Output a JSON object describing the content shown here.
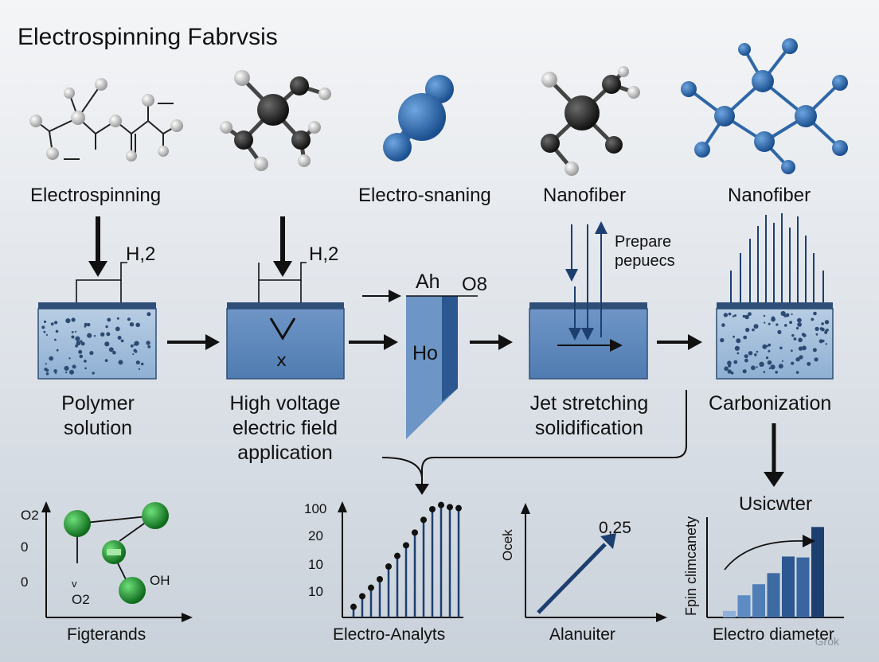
{
  "title": "Electrospinning Fabrvsis",
  "molecule_labels": [
    "Electrospinning",
    "Electro-snaning",
    "Nanofiber",
    "Nanofiber"
  ],
  "process": {
    "step1": [
      "Polymer",
      "solution"
    ],
    "step2": [
      "High voltage",
      "electric field",
      "application"
    ],
    "step4": [
      "Jet stretching",
      "solidification"
    ],
    "step5": "Carbonization",
    "h2_a": "H,2",
    "h2_b": "H,2",
    "ah": "Ah",
    "o8": "O8",
    "ho": "Ho",
    "prepare": [
      "Prepare",
      "pepuecs"
    ],
    "usicwter": "Usicwter"
  },
  "bottom": {
    "molecule_chart": {
      "y_labels": [
        "O2",
        "0",
        "0"
      ],
      "sub_labels": [
        "O2",
        "OH"
      ],
      "caption": "Figterands",
      "atom_color": "#1f8a2e"
    },
    "stem_chart": {
      "y_ticks": [
        "100",
        "20",
        "10",
        "10"
      ],
      "caption": "Electro-Analyts"
    },
    "line_chart": {
      "ylabel": "Ocek",
      "annotation": "0,25",
      "caption": "Alanuiter"
    },
    "bar_chart": {
      "ylabel": "Fpin climcanety",
      "caption": "Electro diameter"
    }
  },
  "chart_data": [
    {
      "type": "scatter",
      "x": [
        1,
        2,
        3,
        4,
        5,
        6,
        7,
        8,
        9,
        10,
        11,
        12,
        13
      ],
      "values": [
        0.1,
        0.2,
        0.28,
        0.36,
        0.48,
        0.58,
        0.68,
        0.8,
        0.92,
        1.02,
        1.06,
        1.04,
        1.03
      ],
      "y_tick_labels": [
        "100",
        "20",
        "10",
        "10"
      ],
      "xlabel": "Electro-Analyts"
    },
    {
      "type": "line",
      "x": [
        0,
        1
      ],
      "values": [
        0,
        1
      ],
      "annotation": "0,25",
      "xlabel": "Alanuiter",
      "ylabel": "Ocek"
    },
    {
      "type": "bar",
      "values": [
        0.07,
        0.24,
        0.36,
        0.48,
        0.66,
        0.65,
        0.98
      ],
      "xlabel": "Electro diameter",
      "ylabel": "Fpin climcanety"
    }
  ],
  "colors": {
    "bath": "#5b86b8",
    "bath_light": "#9fb9d6",
    "dark_blue": "#1d3f70",
    "molecule_blue": "#2f66a8",
    "atom_dark": "#2a2a2a",
    "atom_white": "#dcdcdc"
  },
  "watermark": "Grok"
}
